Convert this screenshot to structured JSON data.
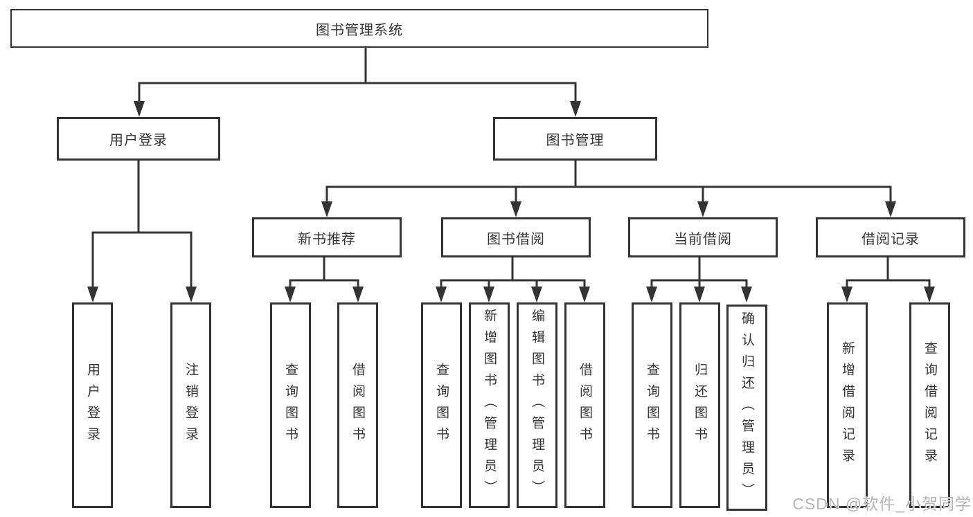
{
  "tree": {
    "label": "图书管理系统",
    "children": [
      {
        "label": "用户登录",
        "children": [
          {
            "label": "用户登录"
          },
          {
            "label": "注销登录"
          }
        ]
      },
      {
        "label": "图书管理",
        "children": [
          {
            "label": "新书推荐",
            "children": [
              {
                "label": "查询图书"
              },
              {
                "label": "借阅图书"
              }
            ]
          },
          {
            "label": "图书借阅",
            "children": [
              {
                "label": "查询图书"
              },
              {
                "label": "新增图书（管理员）"
              },
              {
                "label": "编辑图书（管理员）"
              },
              {
                "label": "借阅图书"
              }
            ]
          },
          {
            "label": "当前借阅",
            "children": [
              {
                "label": "查询图书"
              },
              {
                "label": "归还图书"
              },
              {
                "label": "确认归还（管理员）"
              }
            ]
          },
          {
            "label": "借阅记录",
            "children": [
              {
                "label": "新增借阅记录"
              },
              {
                "label": "查询借阅记录"
              }
            ]
          }
        ]
      }
    ]
  },
  "watermark": {
    "text": "CSDN @软件_小贺同学"
  },
  "colors": {
    "background": "#ffffff",
    "line": "#333333",
    "box_border": "#333333",
    "text": "#333333",
    "watermark": "#b4b4b4"
  }
}
